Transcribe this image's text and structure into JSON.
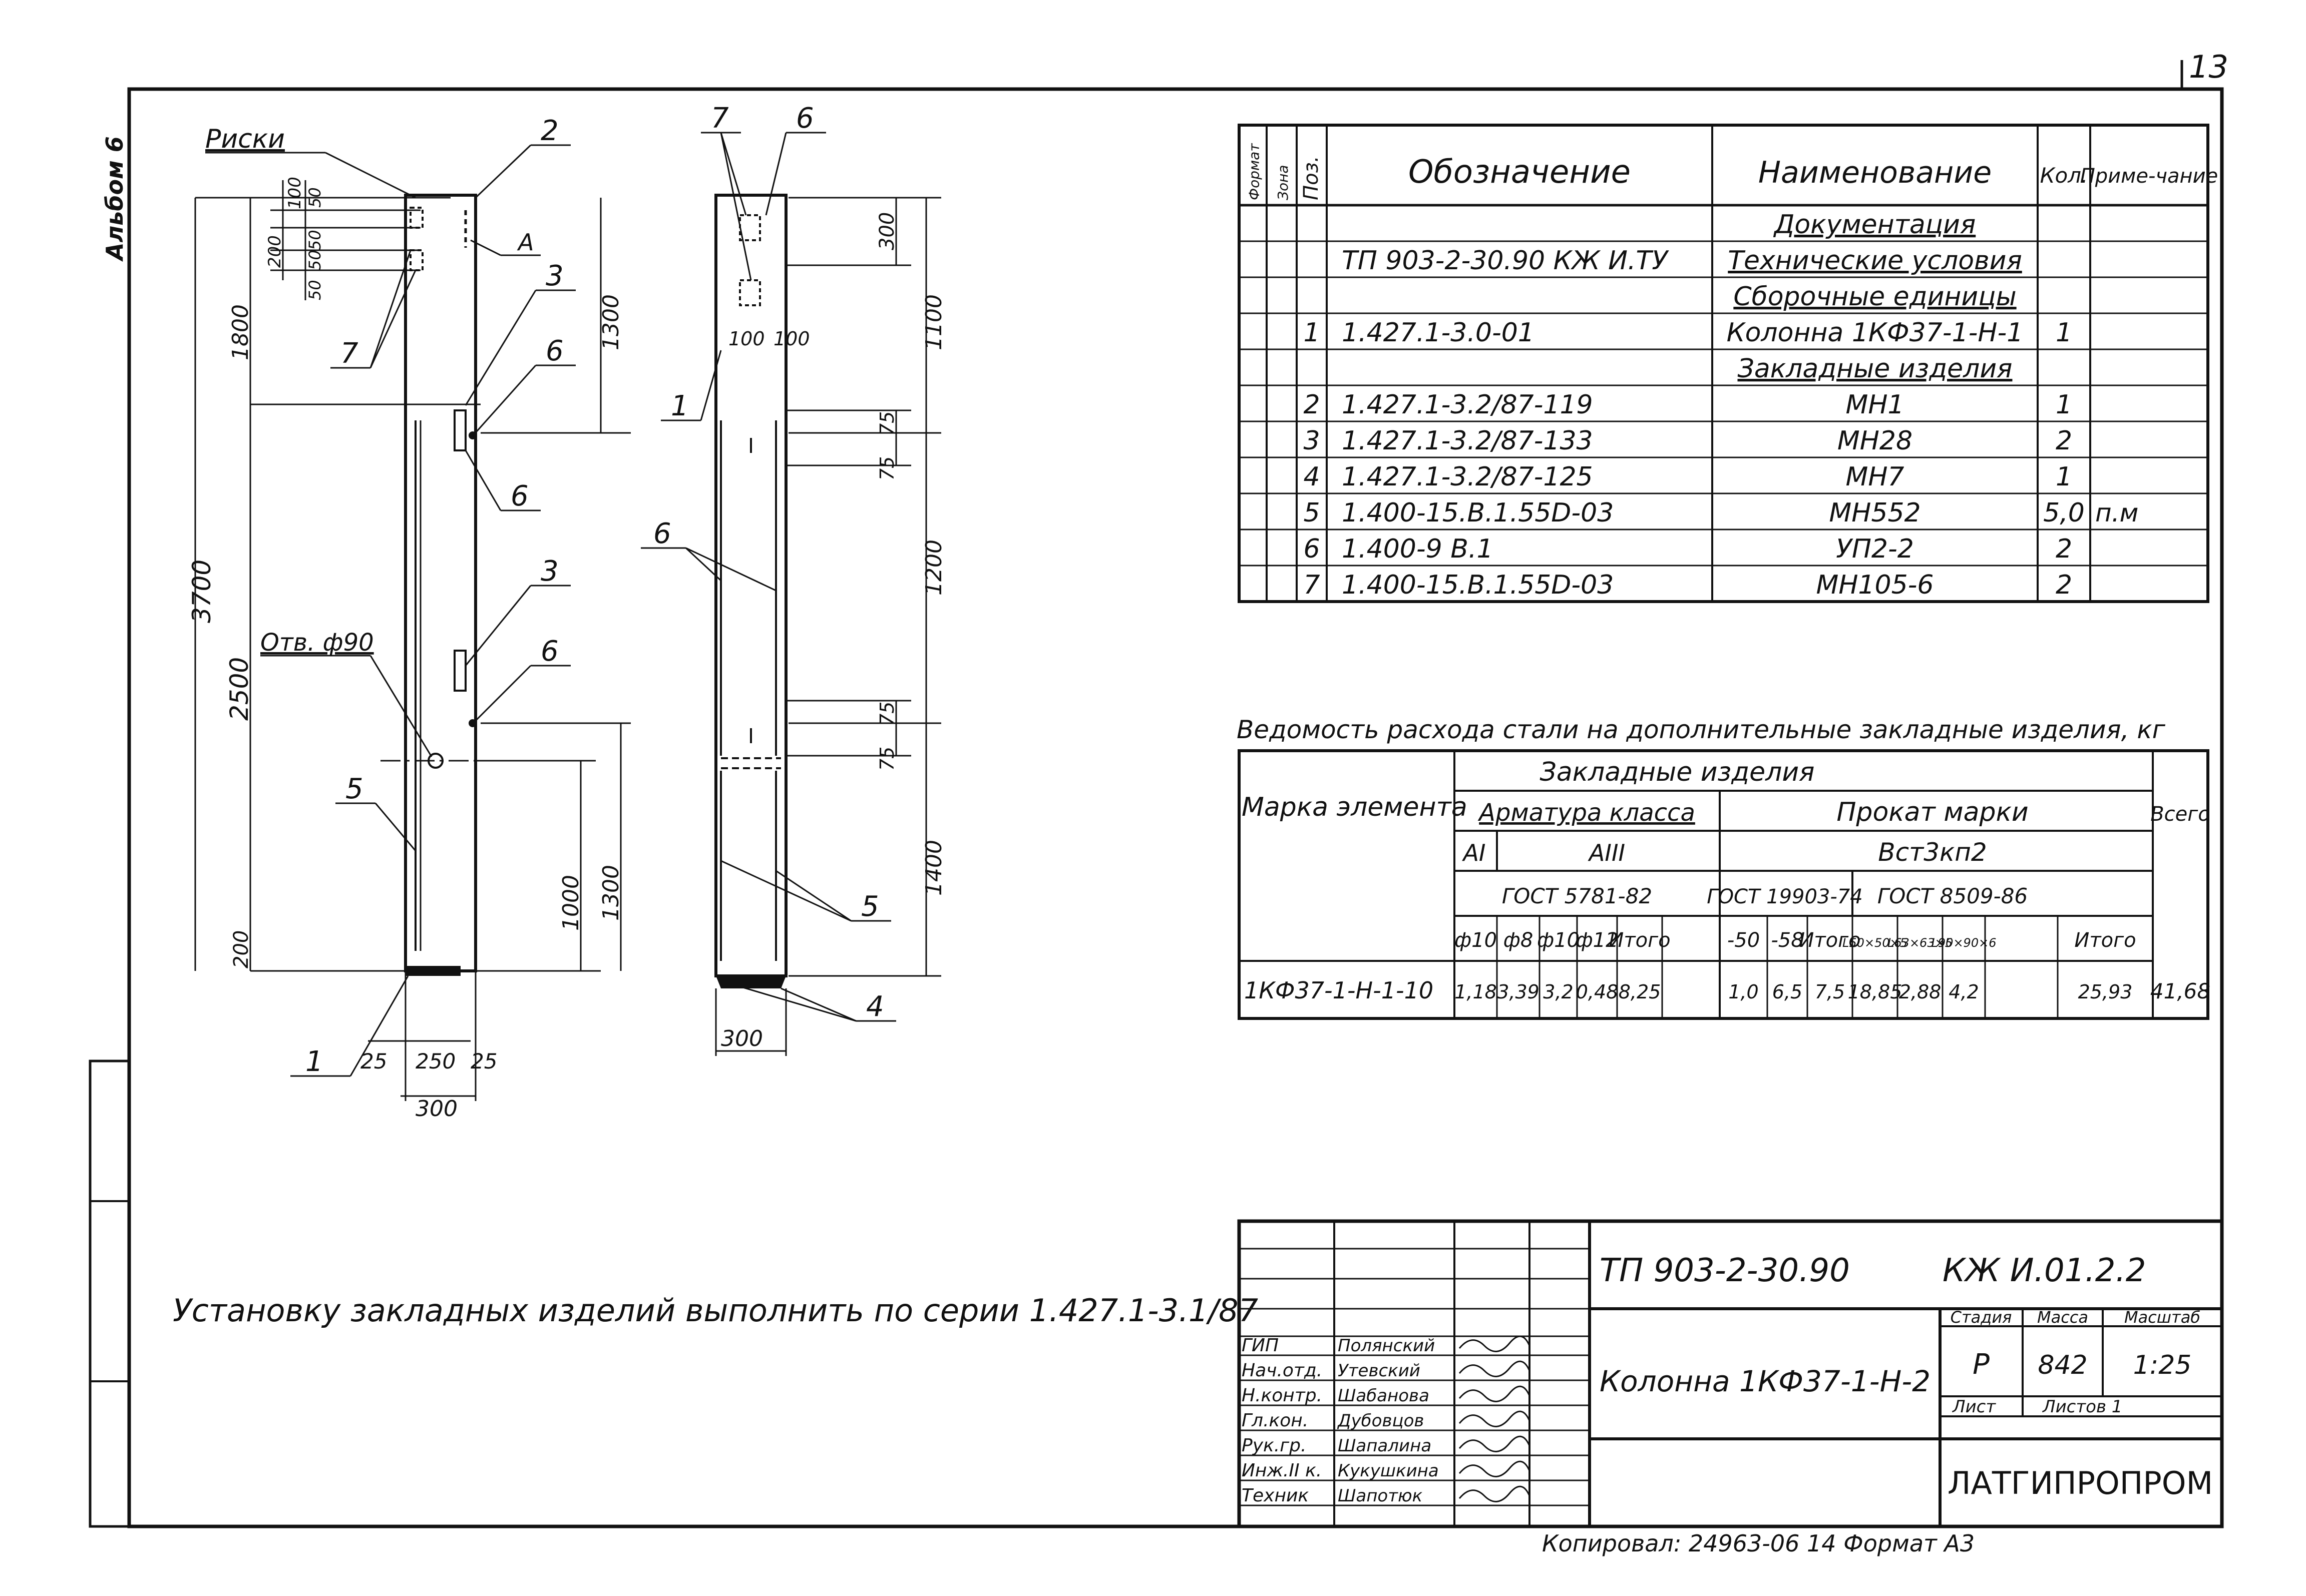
{
  "sheet": {
    "page_number": "13",
    "album_label": "Альбом 6",
    "note": "Установку закладных изделий выполнить по серии 1.427.1-3.1/87",
    "copied_line": "Копировал: 24963-06   14   Формат А3"
  },
  "left_view": {
    "risks_label": "Риски",
    "hole_label": "Отв. ф90",
    "label_A": "А",
    "callouts": [
      "2",
      "3",
      "6",
      "6",
      "3",
      "6",
      "7",
      "5",
      "1"
    ],
    "dims": {
      "d100": "100",
      "d50a": "50",
      "d50b": "50",
      "d200": "200",
      "d50c": "50",
      "d50d": "50",
      "d1800": "1800",
      "d3700": "3700",
      "d2500": "2500",
      "d1300a": "1300",
      "d200b": "200",
      "d1000": "1000",
      "d1300b": "1300",
      "d25a": "25",
      "d250": "250",
      "d25b": "25",
      "d300": "300"
    }
  },
  "right_view": {
    "callouts": [
      "7",
      "6",
      "1",
      "6",
      "5",
      "4"
    ],
    "dims": {
      "d300": "300",
      "d1100": "1100",
      "d100a": "100",
      "d100b": "100",
      "d75a": "75",
      "d75b": "75",
      "d1200": "1200",
      "d75c": "75",
      "d75d": "75",
      "d1400": "1400",
      "d300b": "300"
    }
  },
  "spec_table": {
    "headers": [
      "Формат",
      "Зона",
      "Поз.",
      "Обозначение",
      "Наименование",
      "Кол.",
      "Приме-чание"
    ],
    "rows": [
      {
        "pos": "",
        "code": "",
        "name": "Документация",
        "qty": "",
        "note": "",
        "underline": true
      },
      {
        "pos": "",
        "code": "ТП 903-2-30.90   КЖ И.ТУ",
        "name": "Технические условия",
        "qty": "",
        "note": "",
        "underline": true
      },
      {
        "pos": "",
        "code": "",
        "name": "Сборочные единицы",
        "qty": "",
        "note": "",
        "underline": true
      },
      {
        "pos": "1",
        "code": "1.427.1-3.0-01",
        "name": "Колонна 1КФ37-1-Н-1",
        "qty": "1",
        "note": "",
        "underline": false
      },
      {
        "pos": "",
        "code": "",
        "name": "Закладные изделия",
        "qty": "",
        "note": "",
        "underline": true
      },
      {
        "pos": "2",
        "code": "1.427.1-3.2/87-119",
        "name": "МН1",
        "qty": "1",
        "note": "",
        "underline": false
      },
      {
        "pos": "3",
        "code": "1.427.1-3.2/87-133",
        "name": "МН28",
        "qty": "2",
        "note": "",
        "underline": false
      },
      {
        "pos": "4",
        "code": "1.427.1-3.2/87-125",
        "name": "МН7",
        "qty": "1",
        "note": "",
        "underline": false
      },
      {
        "pos": "5",
        "code": "1.400-15.В.1.55D-03",
        "name": "МН552",
        "qty": "5,0",
        "note": "п.м",
        "underline": false
      },
      {
        "pos": "6",
        "code": "1.400-9 В.1",
        "name": "УП2-2",
        "qty": "2",
        "note": "",
        "underline": false
      },
      {
        "pos": "7",
        "code": "1.400-15.В.1.55D-03",
        "name": "МН105-6",
        "qty": "2",
        "note": "",
        "underline": false
      }
    ]
  },
  "steel_table": {
    "title": "Ведомость расхода стали на дополнительные закладные изделия, кг",
    "h_mark": "Марка элемента",
    "h_embedded": "Закладные изделия",
    "h_rebar": "Арматура класса",
    "h_rolled": "Прокат марки",
    "h_total": "Всего",
    "h_AI": "АI",
    "h_AIII": "АIII",
    "h_steel": "Вст3кп2",
    "h_gost1": "ГОСТ 5781-82",
    "h_gost2": "ГОСТ 19903-74",
    "h_gost3": "ГОСТ 8509-86",
    "subcols": [
      "ф10",
      "ф8",
      "ф10",
      "ф12",
      "Итого",
      "-50",
      "-58",
      "Итого",
      "L50×50×5",
      "L63×63×5",
      "L90×90×6",
      "",
      "Итого"
    ],
    "row": {
      "mark": "1КФ37-1-Н-1-10",
      "values": [
        "1,18",
        "3,39",
        "3,2",
        "0,48",
        "8,25",
        "1,0",
        "6,5",
        "7,5",
        "18,85",
        "2,88",
        "4,2",
        "",
        "25,93"
      ],
      "total": "41,68"
    }
  },
  "title_block": {
    "project": "ТП 903-2-30.90",
    "code": "КЖ И.01.2.2",
    "drawing_name": "Колонна 1КФ37-1-Н-2",
    "stage_h": "Стадия",
    "mass_h": "Масса",
    "scale_h": "Масштаб",
    "stage": "Р",
    "mass": "842",
    "scale": "1:25",
    "sheet_h": "Лист",
    "sheets_h": "Листов 1",
    "org": "ЛАТГИПРОПРОМ",
    "staff": [
      {
        "role": "ГИП",
        "name": "Полянский"
      },
      {
        "role": "Нач.отд.",
        "name": "Утевский"
      },
      {
        "role": "Н.контр.",
        "name": "Шабанова"
      },
      {
        "role": "Гл.кон.",
        "name": "Дубовцов"
      },
      {
        "role": "Рук.гр.",
        "name": "Шапалина"
      },
      {
        "role": "Инж.II к.",
        "name": "Кукушкина"
      },
      {
        "role": "Техник",
        "name": "Шапотюк"
      }
    ]
  }
}
